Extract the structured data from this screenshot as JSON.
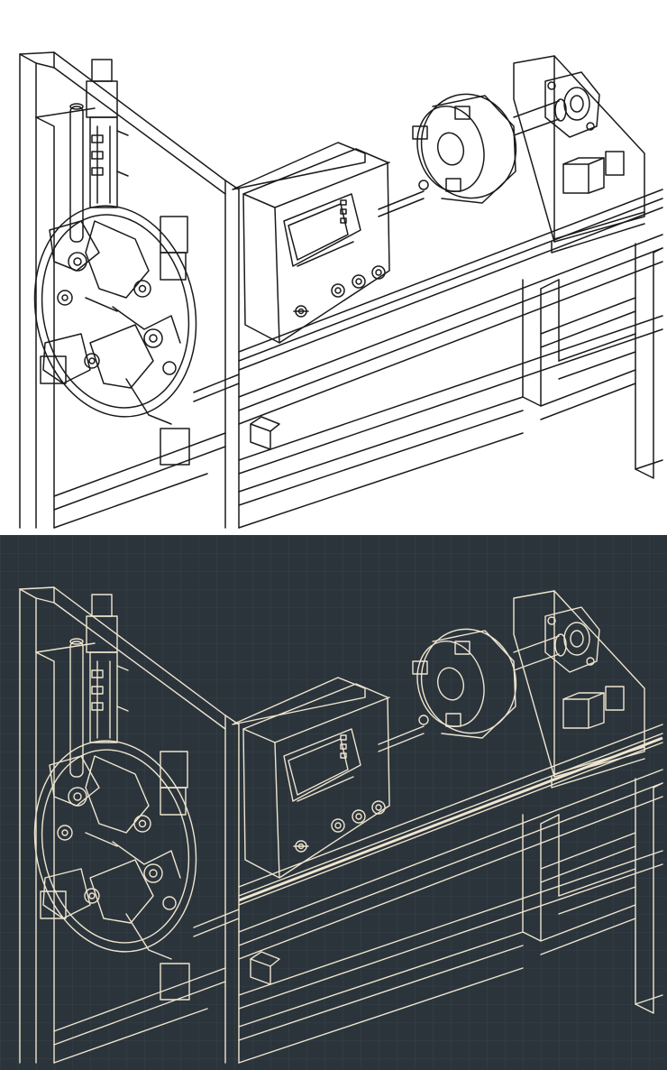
{
  "figure": {
    "panels": [
      {
        "key": "top",
        "theme": "line-art on white",
        "background": "#ffffff",
        "stroke": "#1a1a1a"
      },
      {
        "key": "bottom",
        "theme": "blueprint on dark",
        "background": "#2b343b",
        "stroke": "#efe5cf",
        "grid": true,
        "grid_color": "#3a444c"
      }
    ]
  }
}
